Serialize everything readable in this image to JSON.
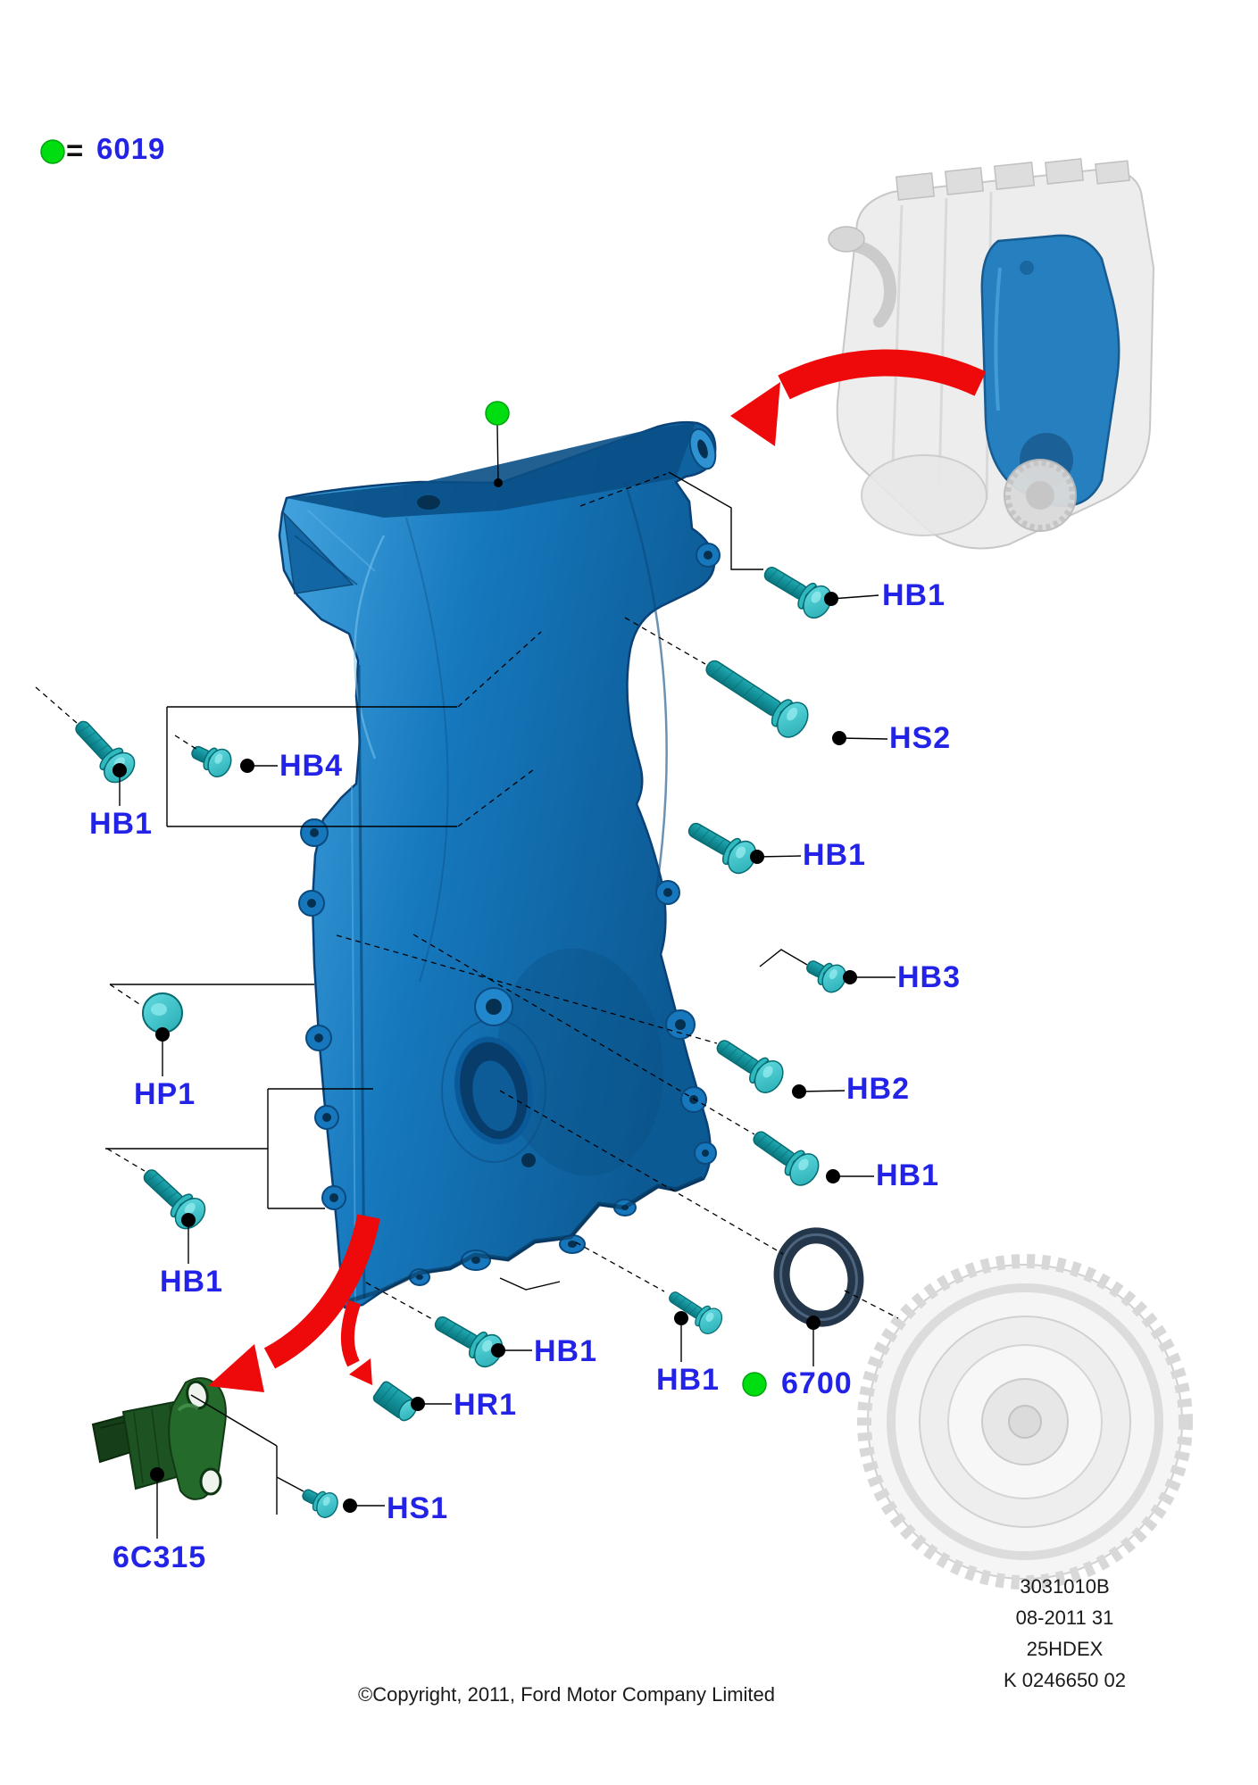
{
  "legend": {
    "equals": "=",
    "code": "6019",
    "symbol": "green-dot"
  },
  "callouts": {
    "hb1_top_right": "HB1",
    "hs2": "HS2",
    "hb4": "HB4",
    "hb1_upper_left": "HB1",
    "hb1_mid_right": "HB1",
    "hb3": "HB3",
    "hb2": "HB2",
    "hp1": "HP1",
    "hb1_right_lower": "HB1",
    "hb1_bottom_left": "HB1",
    "hb1_bottom_center": "HB1",
    "hr1": "HR1",
    "hb1_above_seal": "HB1",
    "seal_6700": "6700",
    "hs1": "HS1",
    "sensor_6c315": "6C315"
  },
  "footer": {
    "doc_number": "3031010B",
    "date_code": "08-2011 31",
    "catalog_code": "25HDEX",
    "ref_code": "K 0246650 02",
    "copyright": "©Copyright, 2011, Ford Motor Company Limited"
  },
  "colors": {
    "label_blue": "#2323e8",
    "callout_green": "#00dd11",
    "arrow_red": "#ee0a0a",
    "cover_blue": "#1273b9",
    "bolt_teal": "#2ab5bb",
    "sensor_green": "#246b2b",
    "seal_dark": "#243649",
    "pulley_gray": "#d9d9d9"
  },
  "parts_depicted": {
    "main_part": "engine front timing cover",
    "thumbnail": "engine assembly with cover location",
    "seal": "crankshaft front seal (6700)",
    "sensor": "crankshaft position sensor (6C315)",
    "pulley": "crankshaft pulley (ghosted)"
  }
}
